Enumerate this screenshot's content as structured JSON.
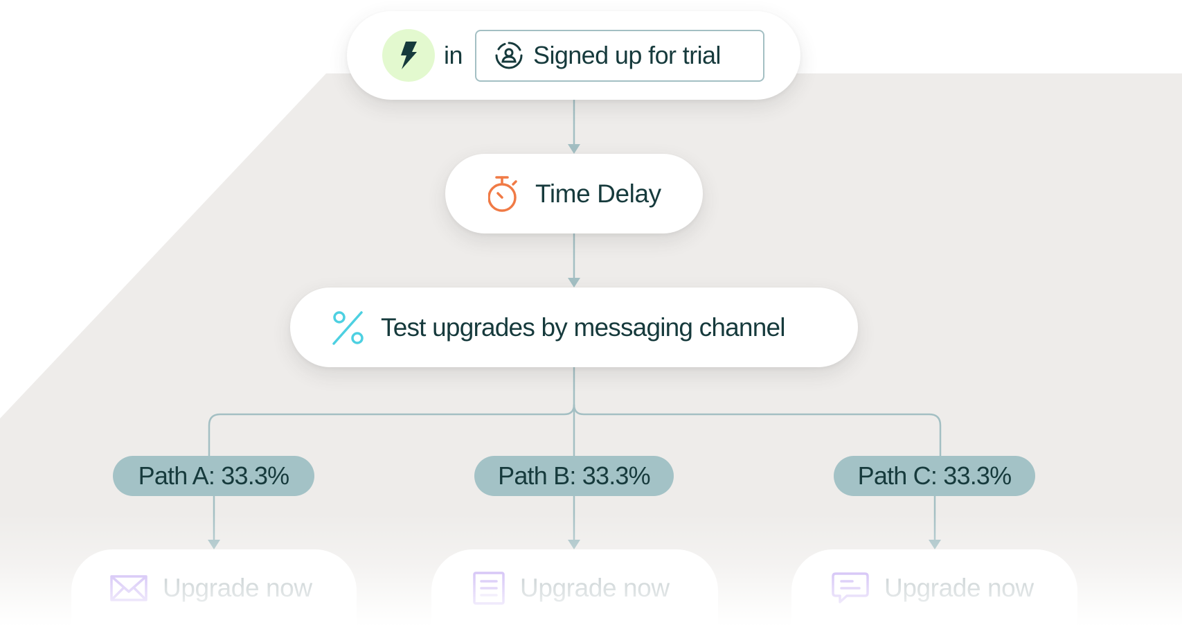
{
  "colors": {
    "background_shape": "#eeecea",
    "connector": "#a3bfc3",
    "text_dark": "#163a3c",
    "trigger_badge_bg": "#e3f9cf",
    "timer_orange": "#f07a45",
    "percent_cyan": "#4dd0e1",
    "path_pill_bg": "#a3c2c6",
    "channel_icon_purple": "#b89cf0",
    "faded_text": "#9fadb0"
  },
  "trigger": {
    "icon": "lightning-bolt-icon",
    "connector_word": "in",
    "segment_icon": "user-circle-icon",
    "segment_label": "Signed up for trial"
  },
  "delay": {
    "icon": "stopwatch-icon",
    "label": "Time Delay"
  },
  "split": {
    "icon": "percent-icon",
    "label": "Test upgrades by messaging channel"
  },
  "paths": [
    {
      "label": "Path A: 33.3%",
      "action_icon": "email-envelope-icon",
      "action_label": "Upgrade now"
    },
    {
      "label": "Path B: 33.3%",
      "action_icon": "document-icon",
      "action_label": "Upgrade now"
    },
    {
      "label": "Path C: 33.3%",
      "action_icon": "chat-message-icon",
      "action_label": "Upgrade now"
    }
  ]
}
